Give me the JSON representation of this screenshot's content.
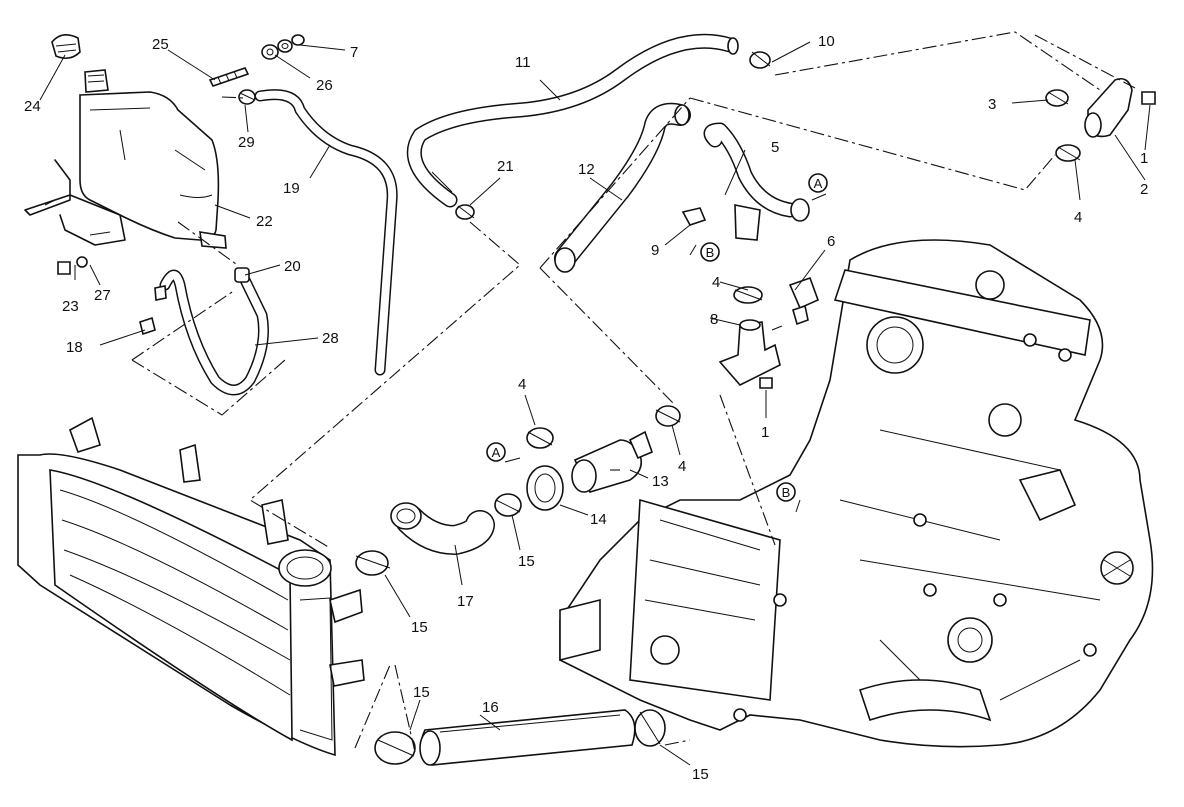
{
  "callouts": [
    "1",
    "2",
    "3",
    "4",
    "5",
    "6",
    "7",
    "8",
    "9",
    "10",
    "11",
    "12",
    "13",
    "14",
    "15",
    "16",
    "17",
    "18",
    "19",
    "20",
    "21",
    "22",
    "23",
    "24",
    "25",
    "26",
    "27",
    "28",
    "29"
  ],
  "section_markers": {
    "a": "A",
    "b": "B"
  }
}
